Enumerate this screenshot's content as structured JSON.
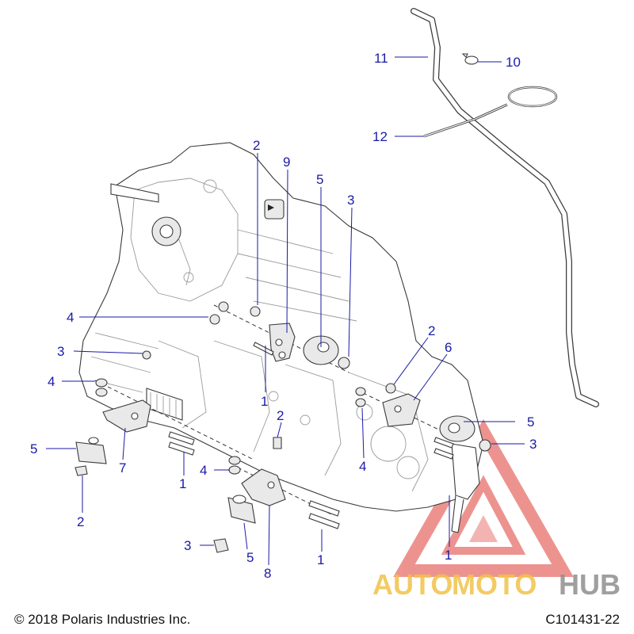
{
  "callouts": [
    {
      "id": "c11",
      "label": "11"
    },
    {
      "id": "c10",
      "label": "10"
    },
    {
      "id": "c12",
      "label": "12"
    },
    {
      "id": "c2a",
      "label": "2"
    },
    {
      "id": "c9",
      "label": "9"
    },
    {
      "id": "c5a",
      "label": "5"
    },
    {
      "id": "c3a",
      "label": "3"
    },
    {
      "id": "c4a",
      "label": "4"
    },
    {
      "id": "c3b",
      "label": "3"
    },
    {
      "id": "c4b",
      "label": "4"
    },
    {
      "id": "c1a",
      "label": "1"
    },
    {
      "id": "c2b",
      "label": "2"
    },
    {
      "id": "c6",
      "label": "6"
    },
    {
      "id": "c5b",
      "label": "5"
    },
    {
      "id": "c3c",
      "label": "3"
    },
    {
      "id": "c2c",
      "label": "2"
    },
    {
      "id": "c4c",
      "label": "4"
    },
    {
      "id": "c4d",
      "label": "4"
    },
    {
      "id": "c5c",
      "label": "5"
    },
    {
      "id": "c7",
      "label": "7"
    },
    {
      "id": "c1b",
      "label": "1"
    },
    {
      "id": "c2d",
      "label": "2"
    },
    {
      "id": "c3d",
      "label": "3"
    },
    {
      "id": "c5d",
      "label": "5"
    },
    {
      "id": "c8",
      "label": "8"
    },
    {
      "id": "c1c",
      "label": "1"
    },
    {
      "id": "c1d",
      "label": "1"
    }
  ],
  "footer": {
    "copyright": "© 2018 Polaris Industries Inc.",
    "diagram_id": "C101431-22"
  },
  "watermark": {
    "part1": "AUTO",
    "part2": "MOTO",
    "part3": "HUB",
    "colors": {
      "auto": "#f2c24a",
      "moto": "#f2c24a",
      "hub": "#8f8f8f",
      "triangle": "#e8706a"
    }
  },
  "colors": {
    "callout": "#1a1aa6",
    "line_art": "#3a3a3a"
  }
}
